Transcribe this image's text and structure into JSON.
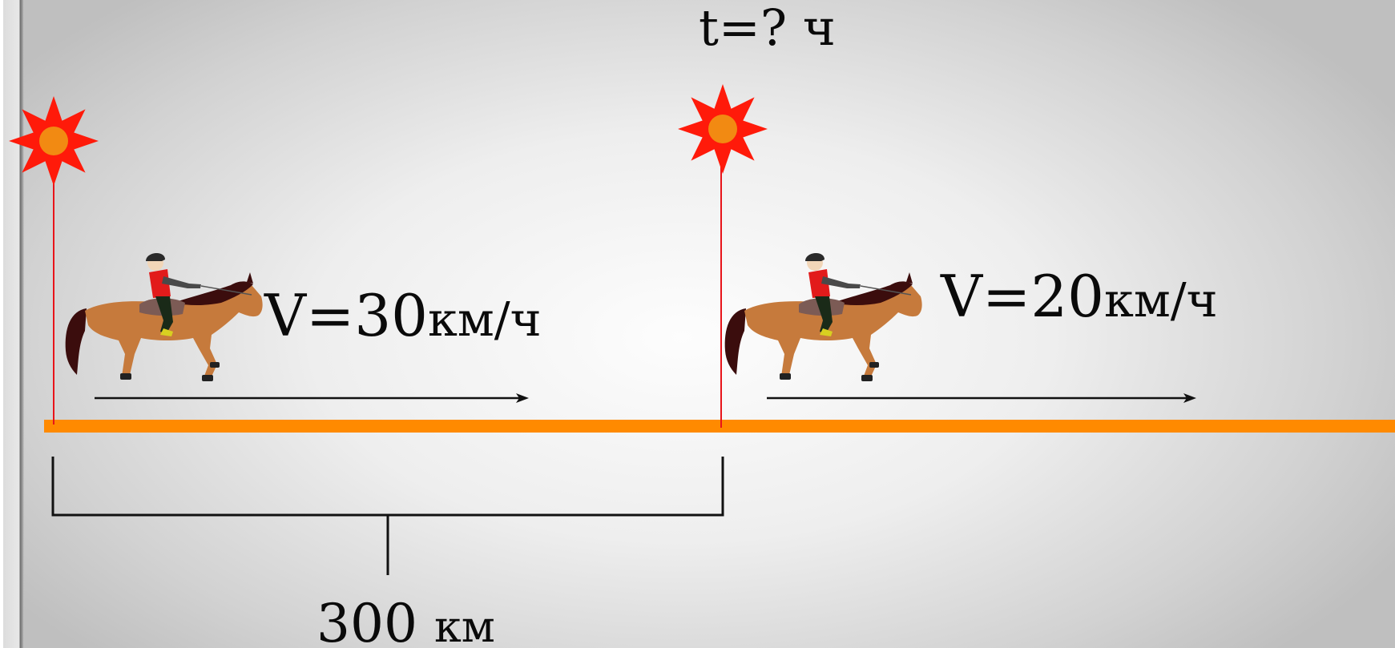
{
  "labels": {
    "time_question": "t=? ч",
    "rider1_speed_symbol": "V=30",
    "rider1_speed_unit": "км/ч",
    "rider2_speed_symbol": "V=20",
    "rider2_speed_unit": "км/ч",
    "distance_value": "300",
    "distance_unit": "км"
  },
  "icons": {
    "start_markers": "star-burst-icon",
    "riders": "horse-rider-icon",
    "motion_arrows": "arrow-right-icon"
  },
  "colors": {
    "road": "#ff8a00",
    "star_outer": "#ff1a0a",
    "star_center": "#f28a12",
    "marker_line": "#e8141a",
    "text": "#0a0a0a"
  }
}
